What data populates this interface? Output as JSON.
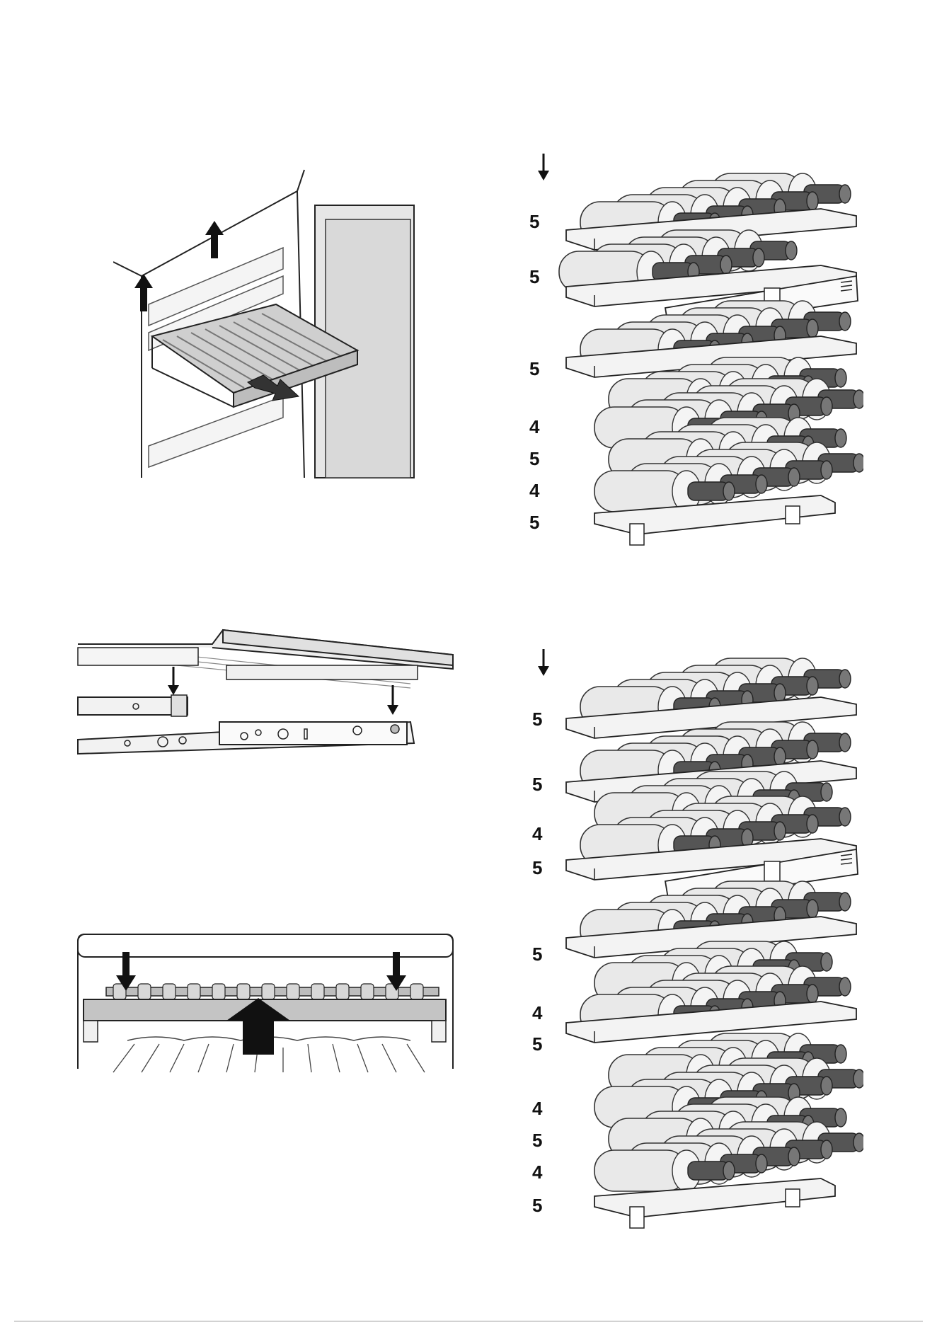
{
  "stack_upper": {
    "labels": [
      "5",
      "5",
      "5",
      "4",
      "5",
      "4",
      "5"
    ]
  },
  "stack_lower": {
    "labels": [
      "5",
      "5",
      "4",
      "5",
      "5",
      "4",
      "5",
      "4",
      "5",
      "4",
      "5"
    ]
  },
  "icons": [
    "down-arrow-icon",
    "up-arrow-icon",
    "pull-out-arrow-icon",
    "push-up-arrow-icon"
  ]
}
